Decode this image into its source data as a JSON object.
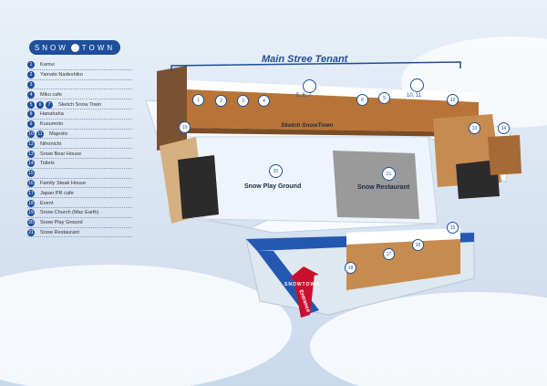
{
  "logo": {
    "text_left": "SNOW",
    "text_right": "TOWN"
  },
  "title": "Main Stree Tenant",
  "legend": [
    {
      "nums": [
        "1"
      ],
      "name": "Kamui"
    },
    {
      "nums": [
        "2"
      ],
      "name": "Yamato Nadeshiko"
    },
    {
      "nums": [
        "3"
      ],
      "name": ""
    },
    {
      "nums": [
        "4"
      ],
      "name": "Miku cafe"
    },
    {
      "nums": [
        "5",
        "6",
        "7"
      ],
      "name": "Sketch Snow Town"
    },
    {
      "nums": [
        "8"
      ],
      "name": "Hanahaha"
    },
    {
      "nums": [
        "9"
      ],
      "name": "Kusumoto"
    },
    {
      "nums": [
        "10",
        "11"
      ],
      "name": "Majestic"
    },
    {
      "nums": [
        "12"
      ],
      "name": "Nihonichi"
    },
    {
      "nums": [
        "13"
      ],
      "name": "Snow Bear House"
    },
    {
      "nums": [
        "14"
      ],
      "name": "Toilets"
    },
    {
      "nums": [
        "15"
      ],
      "name": ""
    },
    {
      "nums": [
        "16"
      ],
      "name": "Family Steak House"
    },
    {
      "nums": [
        "17"
      ],
      "name": "Japan PR cafe"
    },
    {
      "nums": [
        "18"
      ],
      "name": "Event"
    },
    {
      "nums": [
        "19"
      ],
      "name": "Snow Church (Mac Earth)"
    },
    {
      "nums": [
        "20"
      ],
      "name": "Snow Play Ground"
    },
    {
      "nums": [
        "21"
      ],
      "name": "Snow Restaurant"
    }
  ],
  "map_labels": {
    "sketch": "Sketch SnowTown",
    "playground": "Snow Play Ground",
    "restaurant": "Snow Restaurant",
    "entrance": "Entrance",
    "gate": "SNOWTOWN"
  },
  "pins": {
    "p1": "1",
    "p2": "2",
    "p3": "3",
    "p4": "4",
    "p5": "5, 6, 7",
    "p8": "8",
    "p9": "9",
    "p10": "10, 11",
    "p12": "12",
    "p13": "13",
    "p14": "14",
    "p15": "15",
    "p16": "16",
    "p17": "17",
    "p18": "18",
    "p19": "19",
    "p20": "20",
    "p21": "21"
  },
  "colors": {
    "accent": "#1f4e9a",
    "sky": "#dfe9f5",
    "roof": "#c07a3a"
  }
}
